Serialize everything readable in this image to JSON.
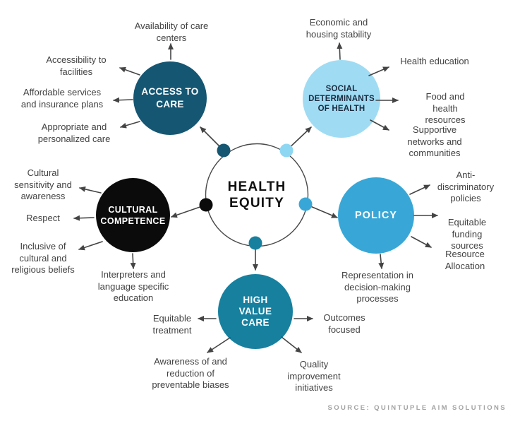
{
  "center": {
    "label": "HEALTH\nEQUITY"
  },
  "nodes": {
    "access": {
      "label": "ACCESS TO\nCARE"
    },
    "social": {
      "label": "SOCIAL\nDETERMINANTS\nOF HEALTH"
    },
    "cultural": {
      "label": "CULTURAL\nCOMPETENCE"
    },
    "policy": {
      "label": "POLICY"
    },
    "high_value": {
      "label": "HIGH\nVALUE\nCARE"
    }
  },
  "labels": {
    "availability": "Availability of care\ncenters",
    "accessibility": "Accessibility to\nfacilities",
    "affordable": "Affordable services\nand insurance plans",
    "appropriate": "Appropriate and\npersonalized care",
    "economic": "Economic and\nhousing stability",
    "health_education": "Health education",
    "food": "Food and health\nresources",
    "supportive": "Supportive\nnetworks and\ncommunities",
    "anti_discriminatory": "Anti-\ndiscriminatory\npolicies",
    "equitable_funding": "Equitable\nfunding sources",
    "resource_allocation": "Resource\nAllocation",
    "representation": "Representation in\ndecision-making\nprocesses",
    "cultural_sensitivity": "Cultural\nsensitivity and\nawareness",
    "respect": "Respect",
    "inclusive": "Inclusive of\ncultural and\nreligious beliefs",
    "interpreters": "Interpreters and\nlanguage specific\neducation",
    "equitable_treatment": "Equitable\ntreatment",
    "outcomes": "Outcomes\nfocused",
    "awareness": "Awareness of and\nreduction of\npreventable biases",
    "quality": "Quality\nimprovement\ninitiatives"
  },
  "source": {
    "text": "SOURCE: QUINTUPLE AIM SOLUTIONS"
  },
  "colors": {
    "access": "#155672",
    "social": "#9fdcf4",
    "social_dot": "#8ed7f2",
    "cultural": "#0b0b0b",
    "policy": "#38a7d7",
    "high_value": "#17809f",
    "connector": "#444444",
    "ring": "#4a4a4a",
    "label_text": "#424242",
    "social_text": "#1b2a3e",
    "center_text": "#111111",
    "source_text": "#a3a3a3"
  }
}
